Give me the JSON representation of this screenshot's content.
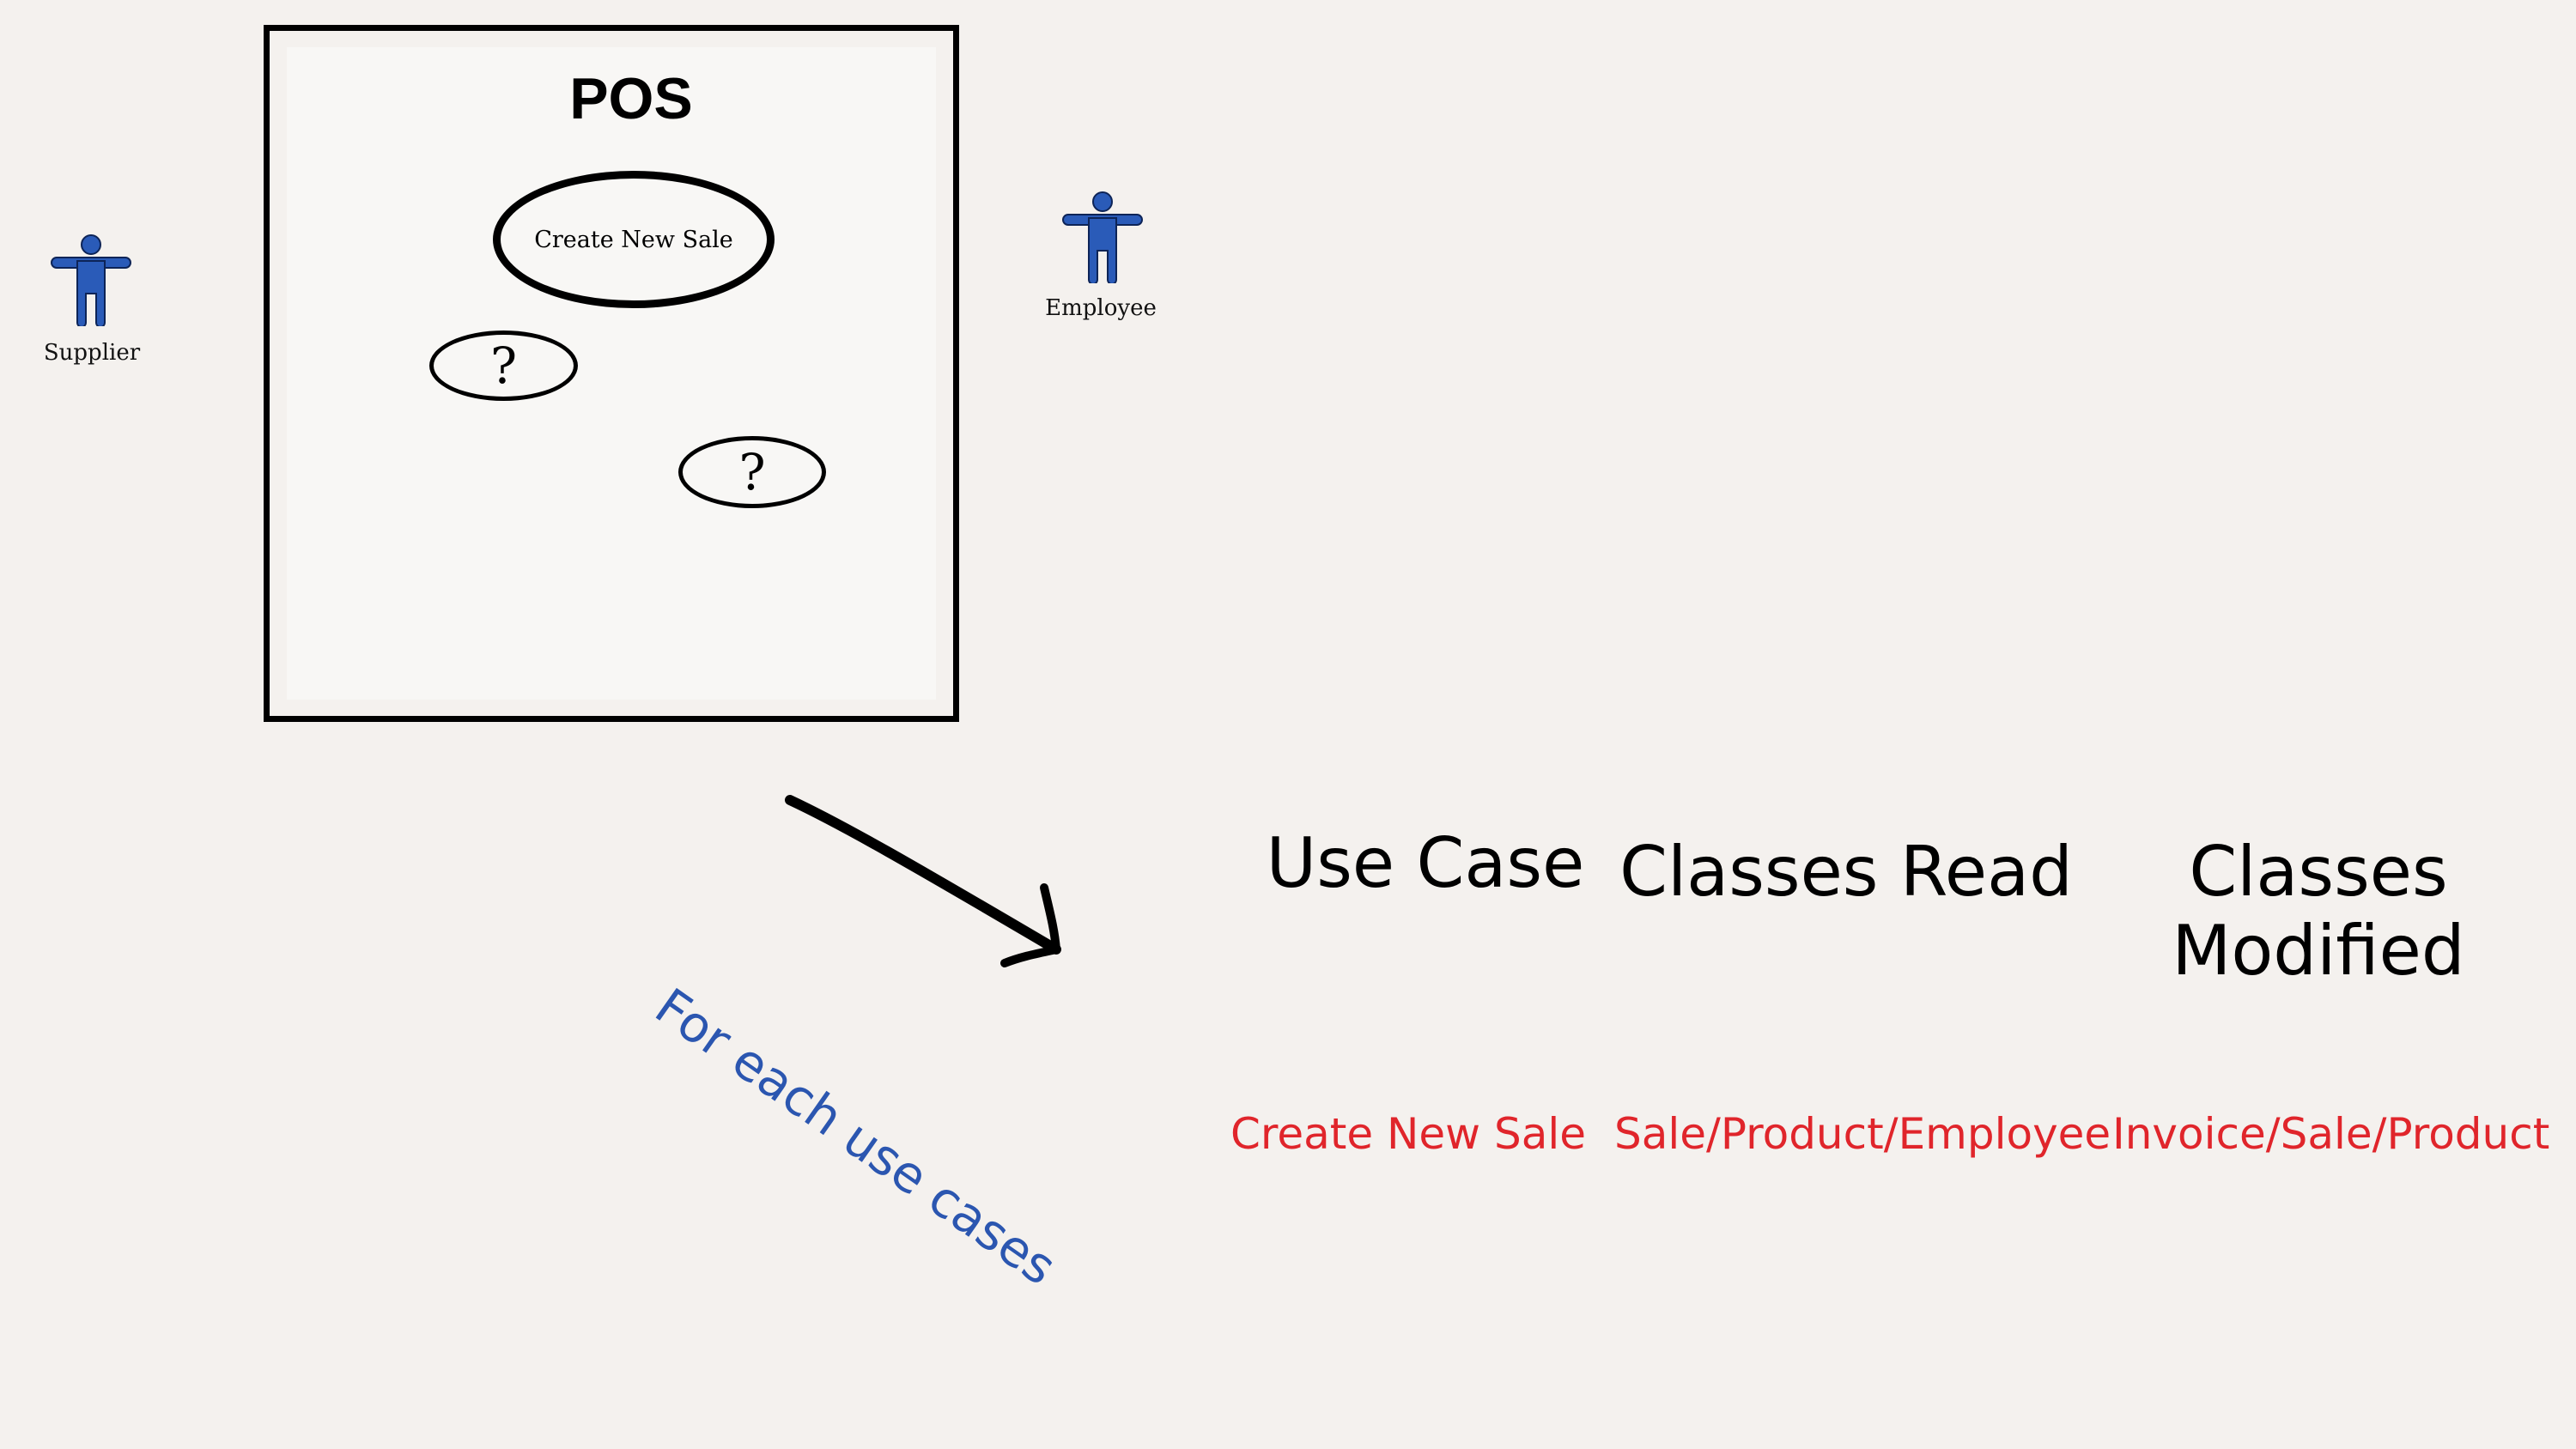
{
  "system": {
    "title": "POS"
  },
  "use_cases": [
    {
      "label": "Create New Sale"
    },
    {
      "label": "?"
    },
    {
      "label": "?"
    }
  ],
  "actors": [
    {
      "label": "Supplier",
      "icon": "person-icon"
    },
    {
      "label": "Employee",
      "icon": "person-icon"
    }
  ],
  "annotation": {
    "text": "For each use cases",
    "color": "#2b56b0"
  },
  "table": {
    "columns": [
      "Use Case",
      "Classes Read",
      "Classes Modified"
    ],
    "rows": [
      [
        "Create New Sale",
        "Sale/Product/Employee",
        "Invoice/Sale/Product"
      ]
    ],
    "row_color": "#e0252b"
  },
  "colors": {
    "actor": "#2a5bb8",
    "background": "#f4f1ee"
  }
}
